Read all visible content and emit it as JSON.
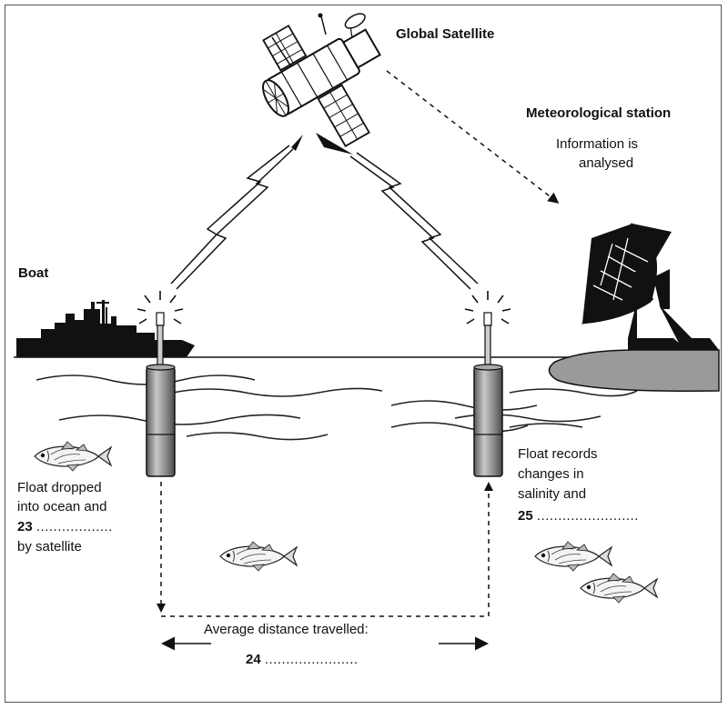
{
  "labels": {
    "satellite": "Global Satellite",
    "station_title": "Meteorological station",
    "station_line1": "Information is",
    "station_line2": "analysed",
    "boat": "Boat",
    "left_line1": "Float dropped",
    "left_line2": "into ocean and",
    "left_q_num": "23",
    "left_q_dots": "..................",
    "left_line4": "by satellite",
    "right_line1": "Float records",
    "right_line2": "changes in",
    "right_line3": "salinity and",
    "right_q_num": "25",
    "right_q_dots": "........................",
    "distance_label": "Average distance travelled:",
    "bottom_q_num": "24",
    "bottom_q_dots": "......................"
  },
  "colors": {
    "ink": "#111111",
    "float_body": "#9a9a9a",
    "land": "#9a9a9a"
  }
}
